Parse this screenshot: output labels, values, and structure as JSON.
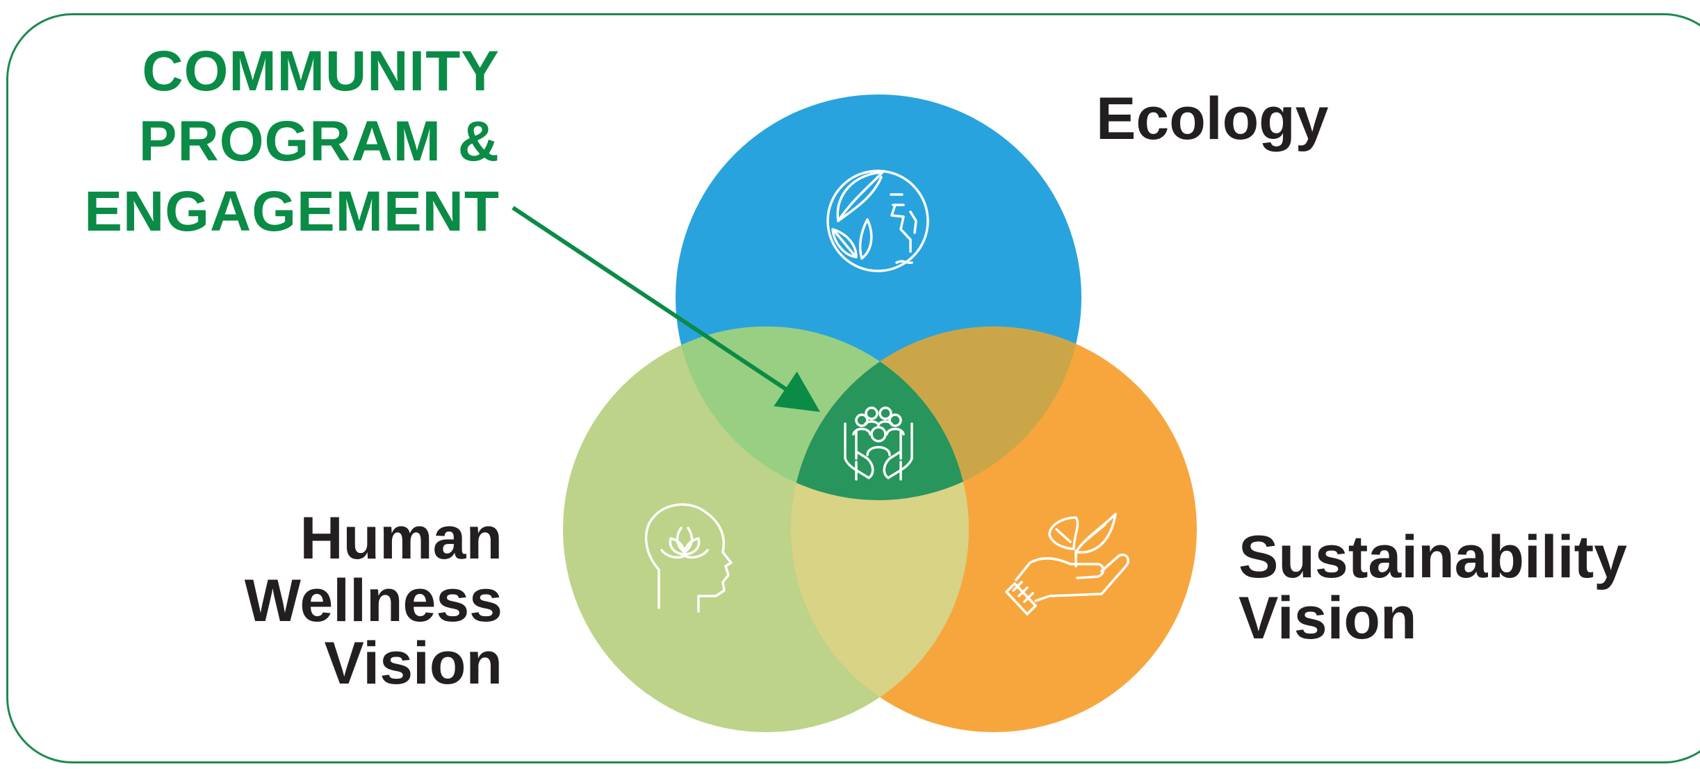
{
  "callout": {
    "lines": [
      "COMMUNITY",
      "PROGRAM &",
      "ENGAGEMENT"
    ]
  },
  "circles": {
    "ecology": {
      "label": "Ecology",
      "color": "#29a3dd",
      "icon": "earth-leaves-icon"
    },
    "human": {
      "label_lines": [
        "Human",
        "Wellness",
        "Vision"
      ],
      "color": "#bdd389",
      "icon": "head-lotus-icon"
    },
    "sustainability": {
      "label_lines": [
        "Sustainability",
        "Vision"
      ],
      "color": "#f7a63d",
      "icon": "hand-sprout-icon"
    }
  },
  "center": {
    "color": "#27955c",
    "icon": "hands-community-icon"
  },
  "colors": {
    "frame": "#1e8a4f",
    "callout_text": "#0a8b46",
    "arrow": "#0a8b46",
    "overlap_ecology_human": "#98cf83",
    "overlap_ecology_sustainability": "#cba649",
    "overlap_human_sustainability": "#d8d385",
    "label_text": "#231f20"
  }
}
